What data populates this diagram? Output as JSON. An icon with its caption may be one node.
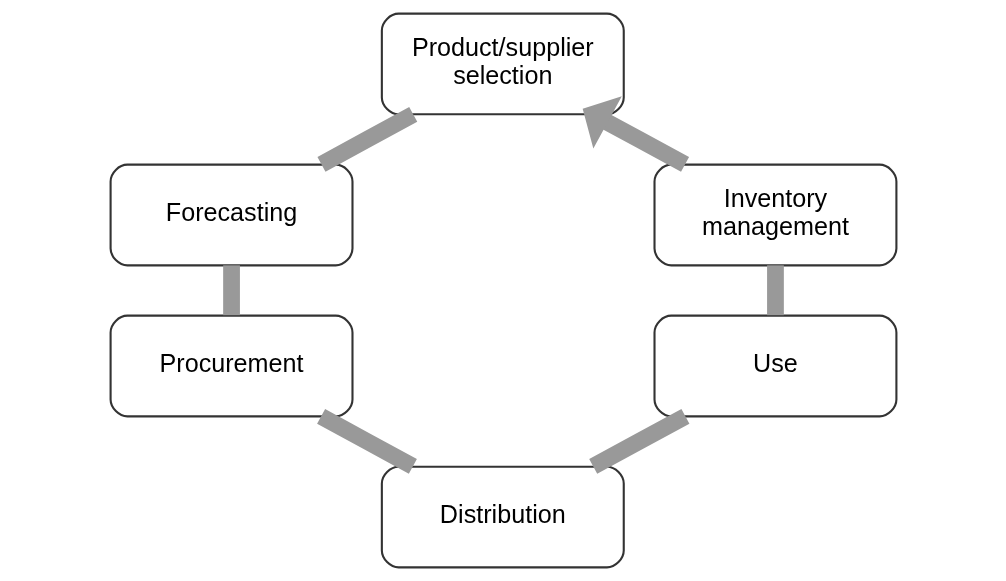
{
  "diagram": {
    "nodes": [
      {
        "text": [
          "Product/supplier selection"
        ]
      },
      {
        "text": [
          "Forecasting"
        ]
      },
      {
        "text": [
          "Procurement"
        ]
      },
      {
        "text": [
          "Distribution"
        ]
      },
      {
        "text": [
          "Use"
        ]
      },
      {
        "text": [
          "Inventory management"
        ]
      }
    ],
    "edges": [
      {
        "from": 0,
        "to": 1,
        "arrow": "none"
      },
      {
        "from": 1,
        "to": 2,
        "arrow": "none"
      },
      {
        "from": 2,
        "to": 3,
        "arrow": "none"
      },
      {
        "from": 3,
        "to": 4,
        "arrow": "none"
      },
      {
        "from": 4,
        "to": 5,
        "arrow": "none"
      },
      {
        "from": 5,
        "to": 0,
        "arrow": "to"
      }
    ]
  }
}
